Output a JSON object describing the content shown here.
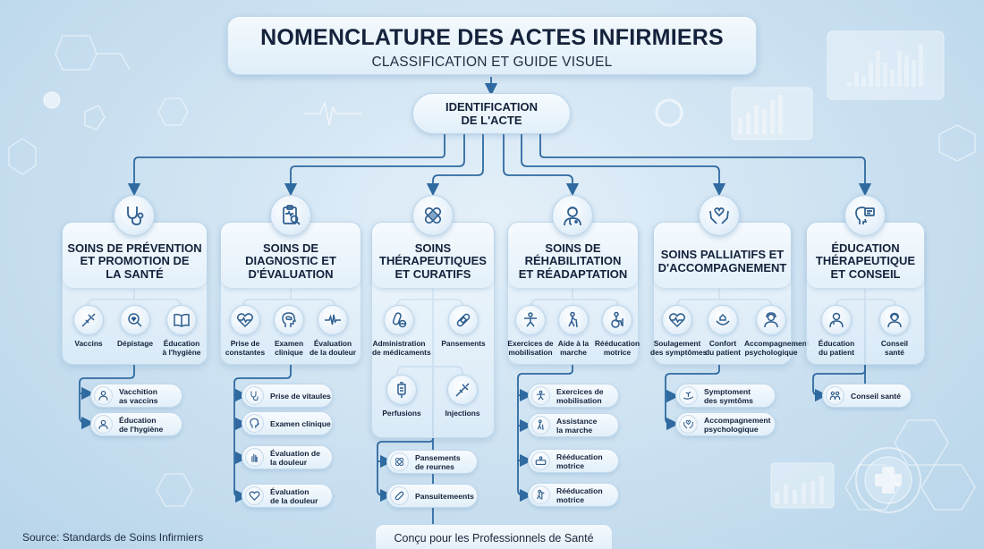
{
  "header": {
    "title": "NOMENCLATURE DES ACTES INFIRMIERS",
    "subtitle": "CLASSIFICATION ET GUIDE VISUEL"
  },
  "root": {
    "label_line1": "IDENTIFICATION",
    "label_line2": "DE L'ACTE"
  },
  "categories": [
    {
      "icon": "stethoscope-icon",
      "title": [
        "SOINS DE PRÉVENTION",
        "ET PROMOTION DE",
        "LA SANTÉ"
      ],
      "items": [
        {
          "icon": "syringe-icon",
          "label": [
            "Vaccins"
          ]
        },
        {
          "icon": "magnifier-heart-icon",
          "label": [
            "Dépistage"
          ]
        },
        {
          "icon": "book-icon",
          "label": [
            "Éducation",
            "à l'hygiène"
          ]
        }
      ],
      "details": [
        {
          "icon": "doctor-icon",
          "label": [
            "Vacchition",
            "as vaccins"
          ]
        },
        {
          "icon": "nurse-icon",
          "label": [
            "Éducation",
            "de l'hygiène"
          ]
        }
      ]
    },
    {
      "icon": "clipboard-search-icon",
      "title": [
        "SOINS DE",
        "DIAGNOSTIC ET",
        "D'ÉVALUATION"
      ],
      "items": [
        {
          "icon": "heart-pulse-icon",
          "label": [
            "Prise de",
            "constantes"
          ]
        },
        {
          "icon": "brain-head-icon",
          "label": [
            "Examen",
            "clinique"
          ]
        },
        {
          "icon": "pulse-wave-icon",
          "label": [
            "Évaluation",
            "de la douleur"
          ]
        }
      ],
      "details": [
        {
          "icon": "stethoscope-icon",
          "label": [
            "Prise de vitaules"
          ]
        },
        {
          "icon": "brain-head-icon",
          "label": [
            "Examen clinique"
          ]
        },
        {
          "icon": "hand-pain-icon",
          "label": [
            "Évaluation de",
            "la douleur"
          ]
        },
        {
          "icon": "heart-pulse-icon",
          "label": [
            "Évaluation",
            "de la douleur"
          ]
        }
      ]
    },
    {
      "icon": "bandage-cross-icon",
      "title": [
        "SOINS",
        "THÉRAPEUTIQUES",
        "ET CURATIFS"
      ],
      "items": [
        {
          "icon": "pill-tube-icon",
          "label": [
            "Administration",
            "de médicaments"
          ]
        },
        {
          "icon": "bandage-icon",
          "label": [
            "Pansements"
          ]
        },
        {
          "icon": "iv-bag-icon",
          "label": [
            "Perfusions"
          ]
        },
        {
          "icon": "syringe-icon",
          "label": [
            "Injections"
          ]
        }
      ],
      "details": [
        {
          "icon": "bandage-cross-icon",
          "label": [
            "Pansements",
            "de reurnes"
          ]
        },
        {
          "icon": "bandage-icon",
          "label": [
            "Pansuitemeents"
          ]
        }
      ]
    },
    {
      "icon": "nurse-avatar-icon",
      "title": [
        "SOINS DE",
        "RÉHABILITATION",
        "ET RÉADAPTATION"
      ],
      "items": [
        {
          "icon": "exercise-person-icon",
          "label": [
            "Exercices de",
            "mobilisation"
          ]
        },
        {
          "icon": "walking-cane-icon",
          "label": [
            "Aide à la",
            "marche"
          ]
        },
        {
          "icon": "wheelchair-icon",
          "label": [
            "Rééducation",
            "motrice"
          ]
        }
      ],
      "details": [
        {
          "icon": "exercise-person-icon",
          "label": [
            "Exercices de",
            "mobilisation"
          ]
        },
        {
          "icon": "walking-cane-icon",
          "label": [
            "Assistance",
            "la marche"
          ]
        },
        {
          "icon": "rehab-equipment-icon",
          "label": [
            "Rééducation",
            "motrice"
          ]
        },
        {
          "icon": "rehab-assist-icon",
          "label": [
            "Rééducation",
            "motrice"
          ]
        }
      ]
    },
    {
      "icon": "hands-heart-icon",
      "title": [
        "SOINS PALLIATIFS ET",
        "D'ACCOMPAGNEMENT"
      ],
      "items": [
        {
          "icon": "heart-pulse-icon",
          "label": [
            "Soulagement",
            "des symptômes"
          ]
        },
        {
          "icon": "comfort-icon",
          "label": [
            "Confort",
            "du patient"
          ]
        },
        {
          "icon": "headset-person-icon",
          "label": [
            "Accompagnement",
            "psychologique"
          ]
        }
      ],
      "details": [
        {
          "icon": "hand-plant-icon",
          "label": [
            "Symptoment",
            "des symtôms"
          ]
        },
        {
          "icon": "hands-heart-icon",
          "label": [
            "Accompagnement",
            "psychologique"
          ]
        }
      ]
    },
    {
      "icon": "head-speech-icon",
      "title": [
        "ÉDUCATION",
        "THÉRAPEUTIQUE",
        "ET CONSEIL"
      ],
      "items": [
        {
          "icon": "doctor-icon",
          "label": [
            "Éducation",
            "du patient"
          ]
        },
        {
          "icon": "nurse-icon",
          "label": [
            "Conseil",
            "santé"
          ]
        }
      ],
      "details": [
        {
          "icon": "people-talk-icon",
          "label": [
            "Conseil santé"
          ]
        }
      ]
    }
  ],
  "footer": {
    "source": "Source: Standards de Soins Infirmiers",
    "tagline": "Conçu pour les Professionnels de Santé"
  },
  "colors": {
    "line": "#2f6aa0",
    "title_text": "#14223b",
    "background": "#cfe3f2",
    "icon_stroke": "#2c5d8f"
  }
}
